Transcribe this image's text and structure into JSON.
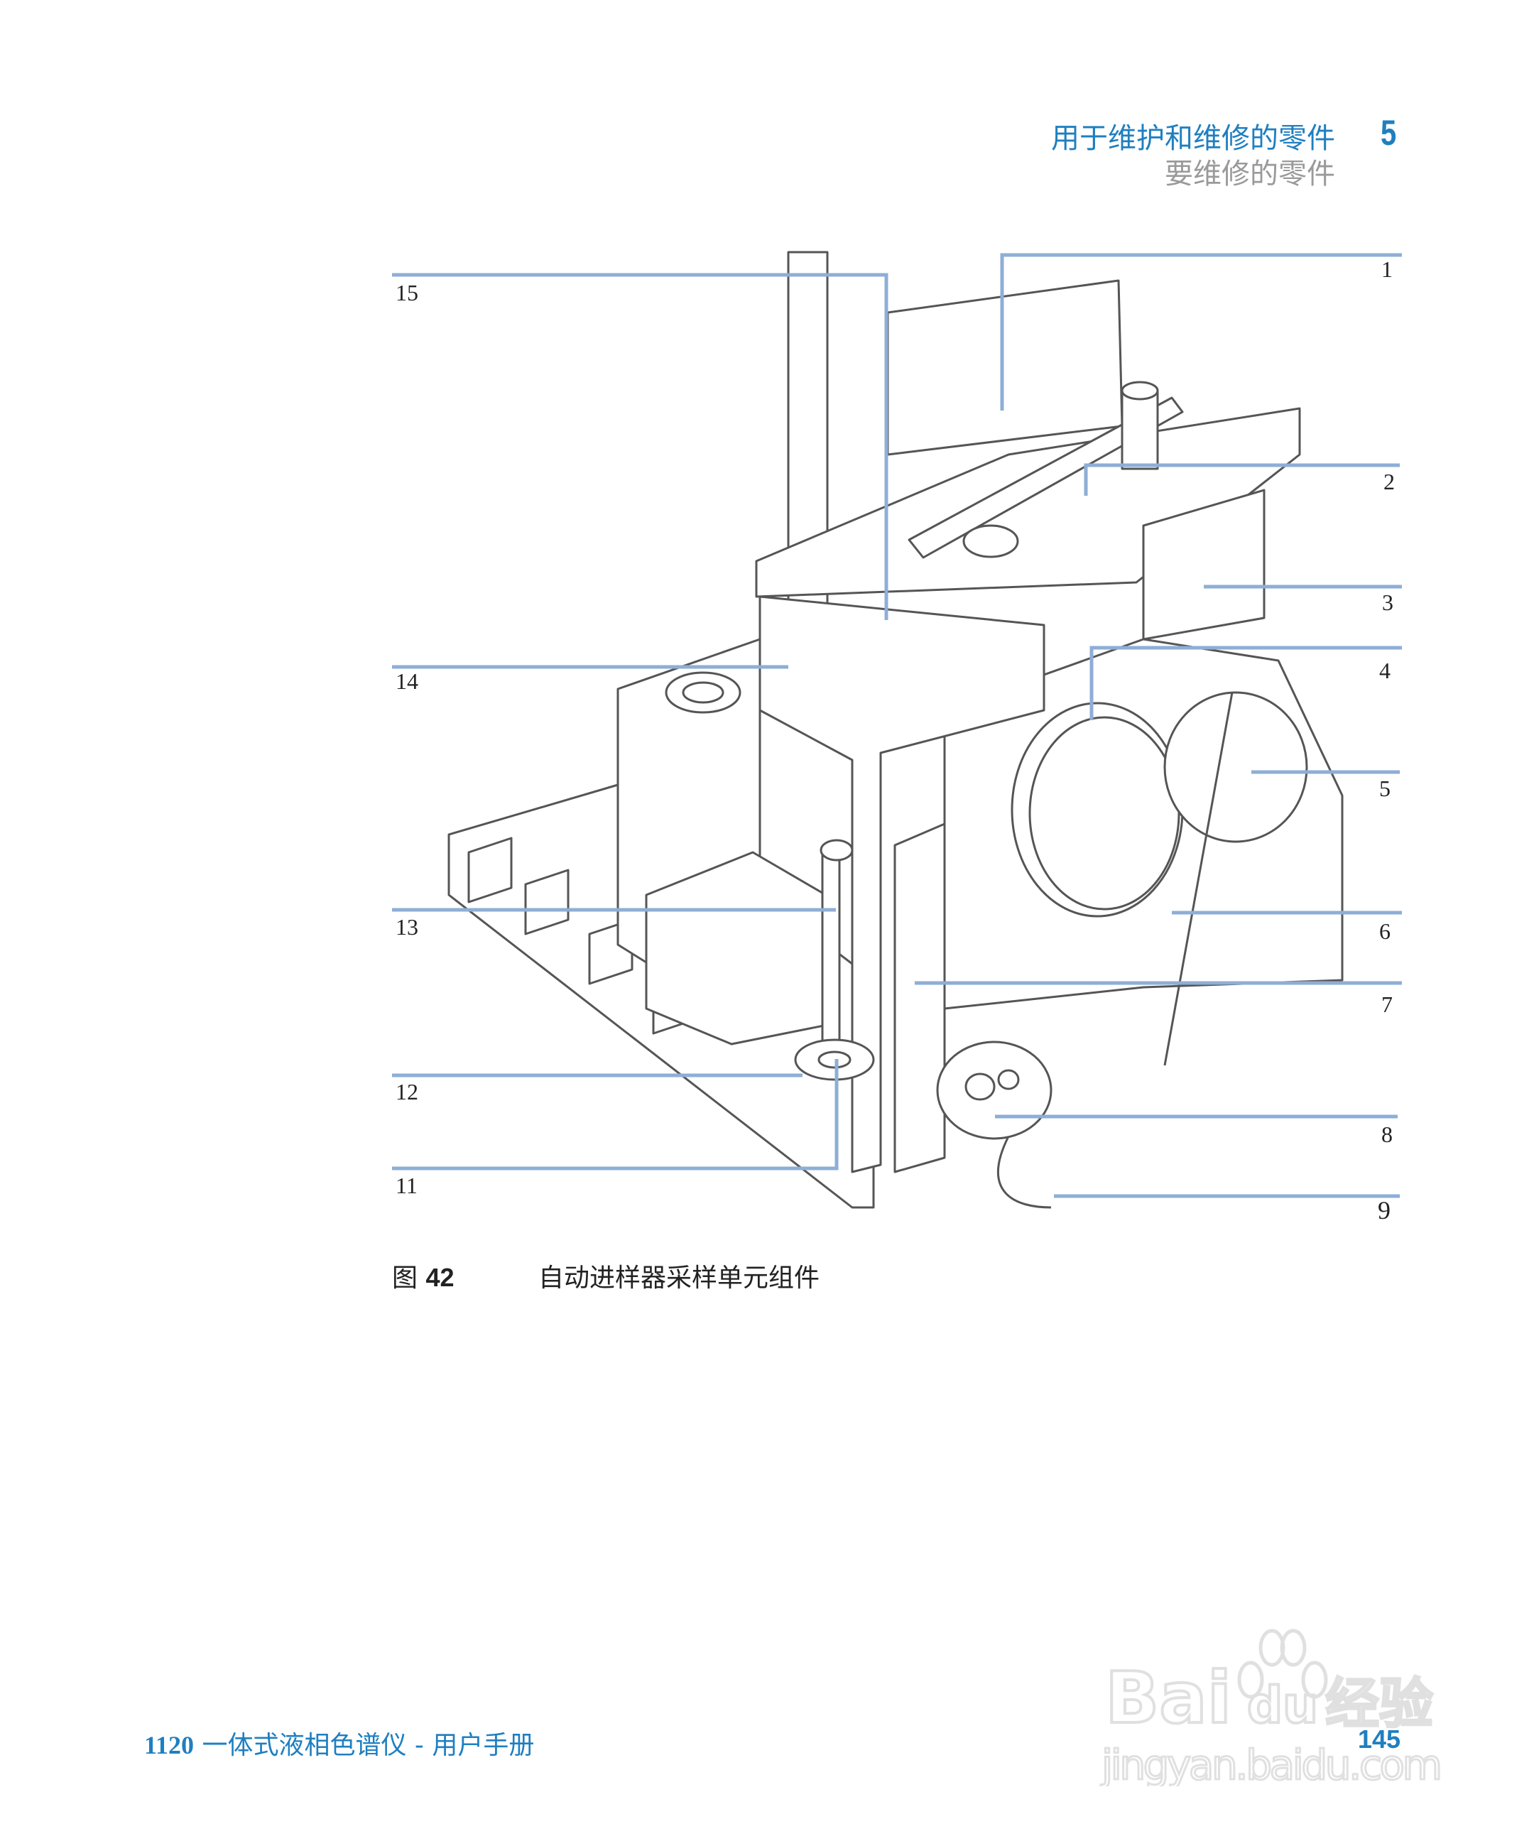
{
  "header": {
    "chapter_title": "用于维护和维修的零件",
    "section_title": "要维修的零件",
    "chapter_number": "5"
  },
  "figure": {
    "label": "图",
    "number": "42",
    "caption": "自动进样器采样单元组件",
    "callout_color": "#8eaed6",
    "callouts": [
      "1",
      "2",
      "3",
      "4",
      "5",
      "6",
      "7",
      "8",
      "9",
      "11",
      "12",
      "13",
      "14",
      "15"
    ]
  },
  "footer": {
    "model": "1120",
    "manual_title": "一体式液相色谱仪 - 用户手册",
    "page_number": "145"
  },
  "watermark": {
    "brand": "Baidu 经验",
    "url": "jingyan.baidu.com"
  }
}
